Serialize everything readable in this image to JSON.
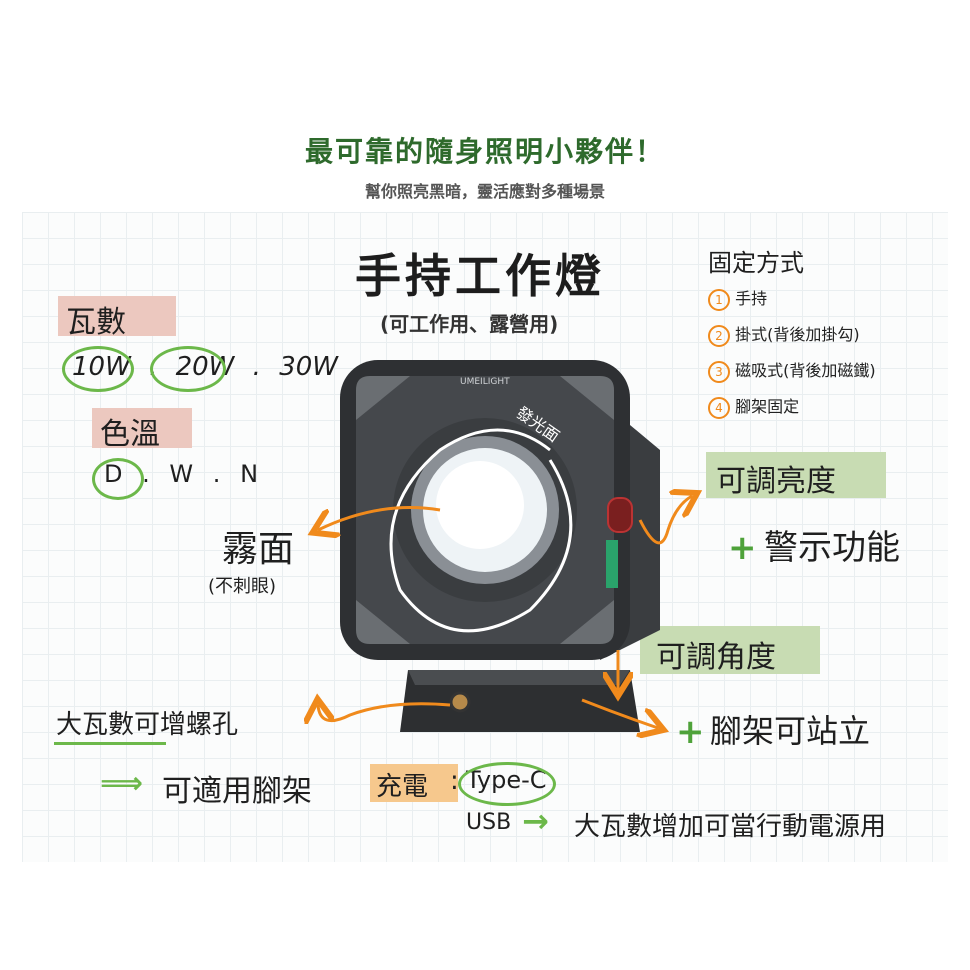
{
  "header": {
    "headline": "最可靠的隨身照明小夥伴！",
    "subline": "幫你照亮黑暗，靈活應對多種場景"
  },
  "product": {
    "title": "手持工作燈",
    "usage": "(可工作用、露營用)",
    "brand": "UMEILIGHT",
    "face_label": "發光面"
  },
  "wattage": {
    "label": "瓦數",
    "options": [
      "10W",
      "20W",
      "30W"
    ],
    "separator": "."
  },
  "color_temp": {
    "label": "色溫",
    "options": [
      "D",
      "W",
      "N"
    ],
    "separator": "."
  },
  "fog": {
    "label": "霧面",
    "note": "(不刺眼)"
  },
  "fixing": {
    "title": "固定方式",
    "items": [
      {
        "num": "1",
        "text": "手持"
      },
      {
        "num": "2",
        "text": "掛式(背後加掛勾)"
      },
      {
        "num": "3",
        "text": "磁吸式(背後加磁鐵)"
      },
      {
        "num": "4",
        "text": "腳架固定"
      }
    ]
  },
  "brightness": {
    "label": "可調亮度",
    "plus": "+",
    "extra": "警示功能"
  },
  "angle": {
    "label": "可調角度",
    "plus": "+",
    "extra": "腳架可站立"
  },
  "screw": {
    "label": "大瓦數可增螺孔",
    "arrow": "⟹",
    "extra": "可適用腳架"
  },
  "charging": {
    "label": "充電",
    "colon": ":",
    "type": "Type-C",
    "usb": "USB",
    "arrow": "→",
    "extra": "大瓦數增加可當行動電源用"
  },
  "colors": {
    "headline": "#2e6a2c",
    "tape_pink": "#ecc8bf",
    "tape_green": "#c8dcb3",
    "tape_orange": "#f6c88d",
    "arrow_orange": "#f08a1c",
    "circle_green": "#6cb84a"
  }
}
